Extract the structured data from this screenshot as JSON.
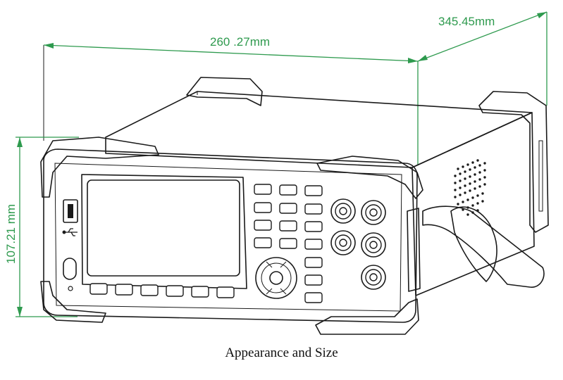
{
  "dimensions": {
    "width_label": "260 .27mm",
    "depth_label": "345.45mm",
    "height_label": "107.21 mm"
  },
  "caption": "Appearance and Size",
  "colors": {
    "dimension": "#2e9a4e",
    "outline": "#1a1a1a",
    "background": "#ffffff"
  },
  "icons": {
    "usb": "usb-icon"
  }
}
